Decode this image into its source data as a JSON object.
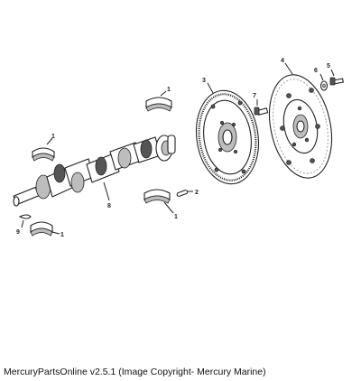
{
  "caption": "MercuryPartsOnline v2.5.1 (Image Copyright- Mercury Marine)",
  "callouts": {
    "c1a": "1",
    "c1b": "1",
    "c1c": "1",
    "c1d": "1",
    "c2": "2",
    "c3": "3",
    "c4": "4",
    "c5": "5",
    "c6": "6",
    "c7": "7",
    "c8": "8",
    "c9": "9"
  }
}
